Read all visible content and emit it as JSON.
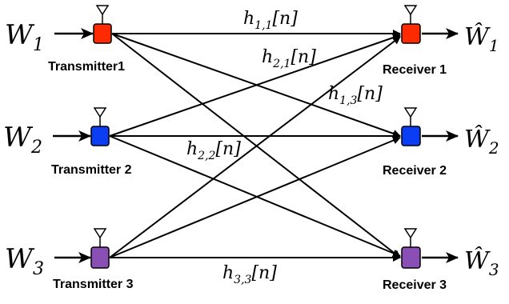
{
  "inputs": [
    {
      "sym": "W",
      "sub": "1"
    },
    {
      "sym": "W",
      "sub": "2"
    },
    {
      "sym": "W",
      "sub": "3"
    }
  ],
  "outputs": [
    {
      "sym": "Ŵ",
      "sub": "1"
    },
    {
      "sym": "Ŵ",
      "sub": "2"
    },
    {
      "sym": "Ŵ",
      "sub": "3"
    }
  ],
  "transmitters": [
    {
      "label": "Transmitter1",
      "color": "#ff2a00"
    },
    {
      "label": "Transmitter 2",
      "color": "#0b3df5"
    },
    {
      "label": "Transmitter 3",
      "color": "#8a4fb5"
    }
  ],
  "receivers": [
    {
      "label": "Receiver 1",
      "color": "#ff2a00"
    },
    {
      "label": "Receiver 2",
      "color": "#0b3df5"
    },
    {
      "label": "Receiver 3",
      "color": "#8a4fb5"
    }
  ],
  "channels": [
    {
      "h": "h",
      "sub": "1,1",
      "arg": "[n]"
    },
    {
      "h": "h",
      "sub": "2,1",
      "arg": "[n]"
    },
    {
      "h": "h",
      "sub": "1,3",
      "arg": "[n]"
    },
    {
      "h": "h",
      "sub": "2,2",
      "arg": "[n]"
    },
    {
      "h": "h",
      "sub": "3,3",
      "arg": "[n]"
    }
  ]
}
